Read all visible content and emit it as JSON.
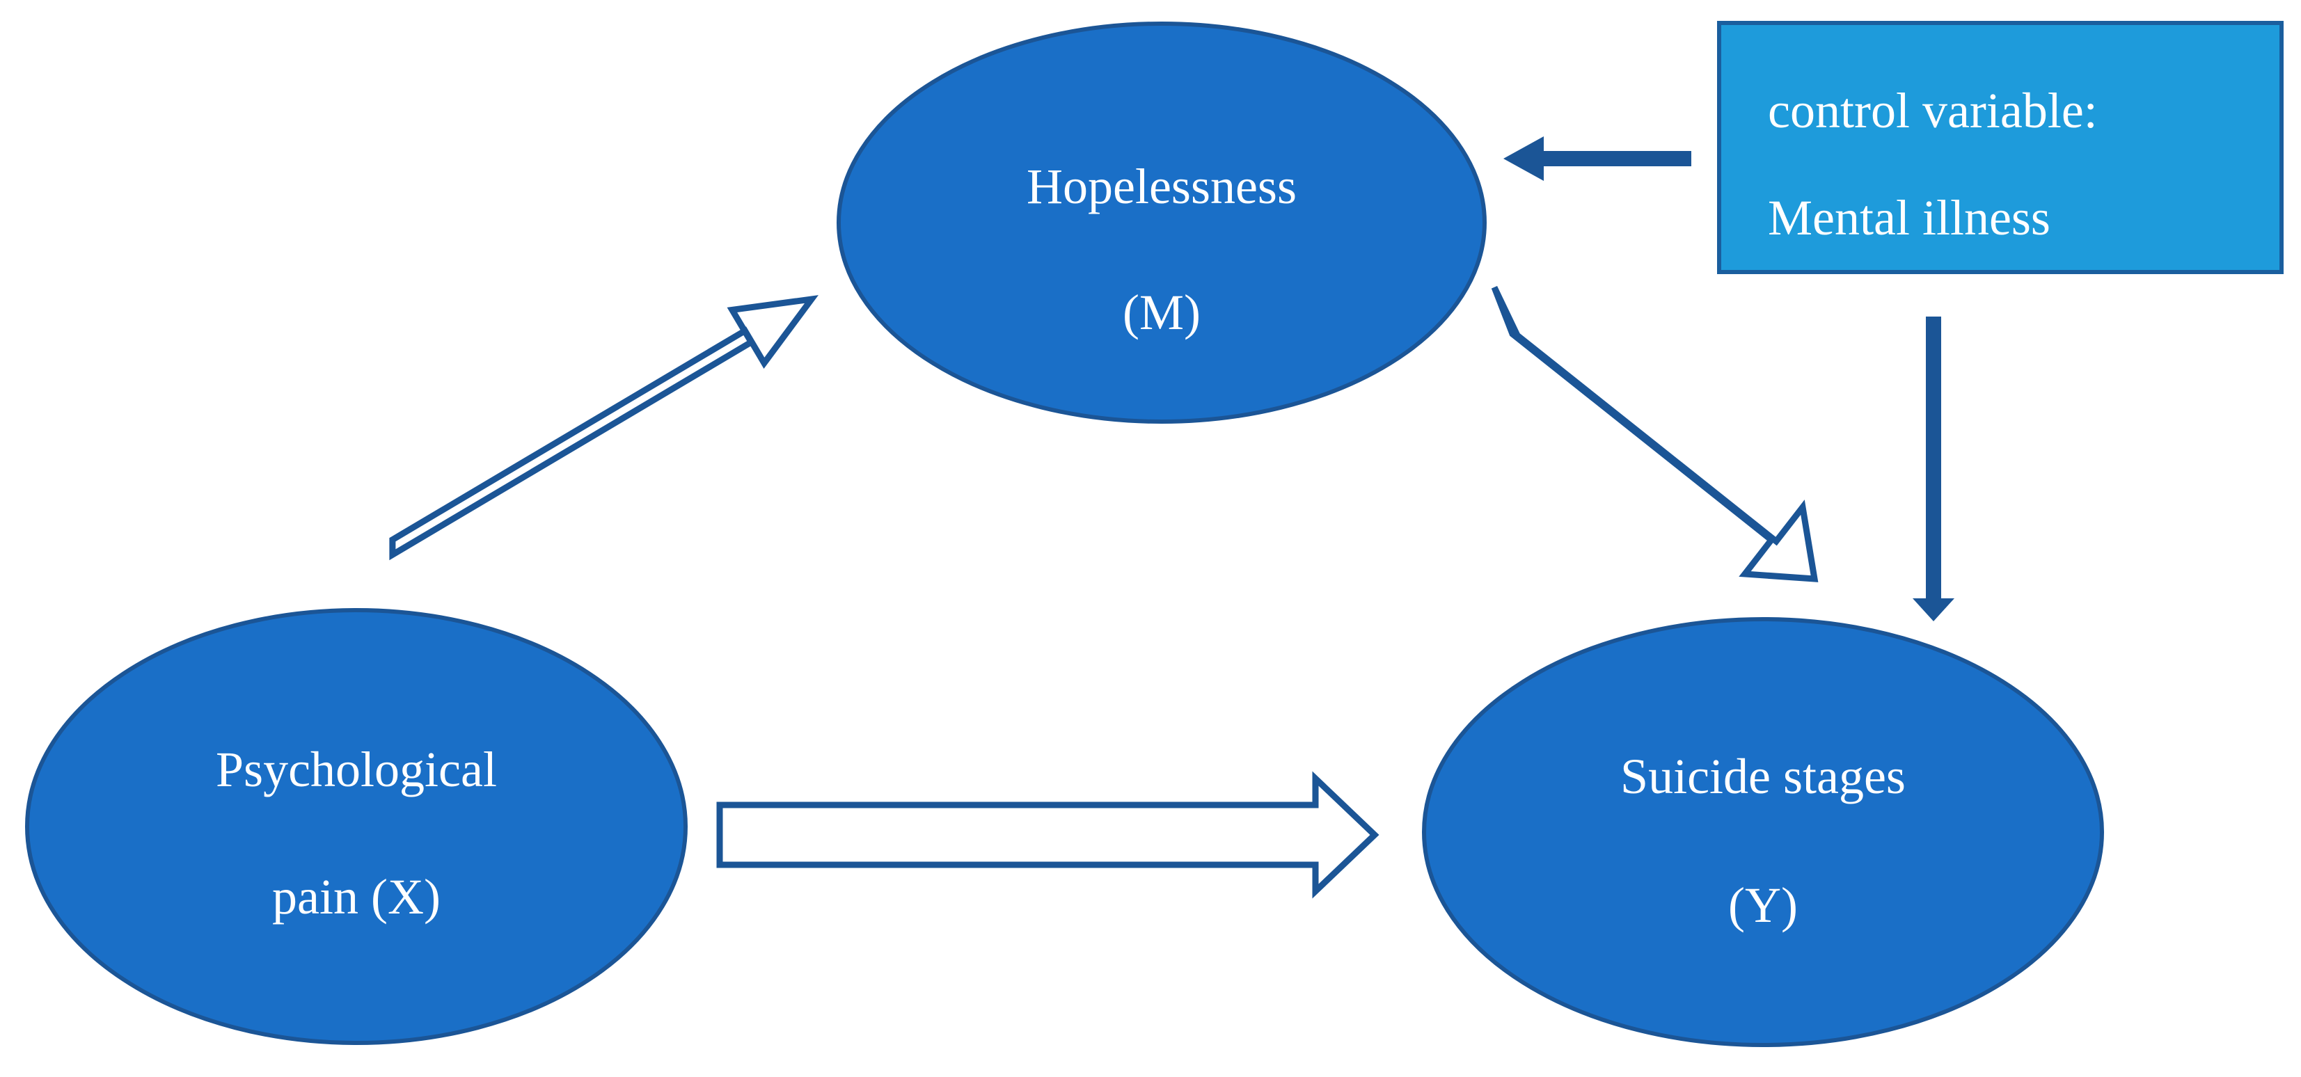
{
  "nodes": {
    "hopelessness": {
      "line1": "Hopelessness",
      "line2": "(M)"
    },
    "psychological_pain": {
      "line1": "Psychological",
      "line2": "pain (X)"
    },
    "suicide_stages": {
      "line1": "Suicide stages",
      "line2": "(Y)"
    }
  },
  "control_box": {
    "line1": "control variable:",
    "line2": "Mental illness"
  },
  "edges": [
    {
      "from": "psychological_pain",
      "to": "hopelessness",
      "style": "hollow-block-arrow"
    },
    {
      "from": "hopelessness",
      "to": "suicide_stages",
      "style": "hollow-block-arrow"
    },
    {
      "from": "psychological_pain",
      "to": "suicide_stages",
      "style": "hollow-block-arrow"
    },
    {
      "from": "control_box",
      "to": "hopelessness",
      "style": "solid-thin-arrow"
    },
    {
      "from": "control_box",
      "to": "suicide_stages",
      "style": "solid-thin-arrow"
    }
  ],
  "colors": {
    "ellipse_fill": "#1A6FC7",
    "ellipse_stroke": "#1B5596",
    "box_fill": "#1E9BDB",
    "box_stroke": "#1A5E9E",
    "arrow_stroke": "#1B5596",
    "text": "#FFFFFF"
  }
}
